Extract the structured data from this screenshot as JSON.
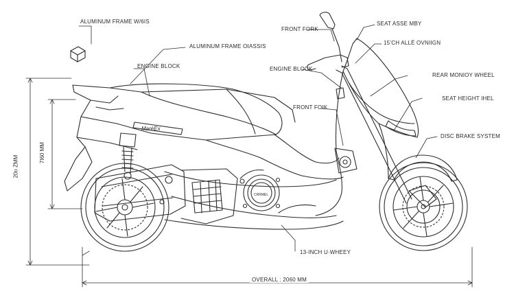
{
  "labels": {
    "aluminum_frame_top": "ALUMINUM FRAME W/6IS",
    "aluminum_frame_chassis": "ALUMINUM FRAME OIASSIS",
    "engine_block_left": "ENGINE BLOCK",
    "front_fork_top": "FRONT FORK",
    "engine_block_center": "ENGINE BLOCK",
    "front_fork_mid": "FRONT FOIK",
    "seat_assembly": "SEAT ASSE MBY",
    "sch_alle": "15’CH ALLÉ OVNIIGN",
    "rear_monkey_wheel": "REAR MONIOY WHEEL",
    "seat_height": "SEAT HEIGHT IHEL",
    "disc_brake": "DISC BRAKE SYSTEM",
    "inch_wheel": "13-INCH U·WHEEY",
    "overall": "OVERALL : 2060 MM",
    "height_left": "20ıı ZMM",
    "height_mid": "7I60 MM",
    "body_brand": "MarèEx",
    "cover_text": "CRRMEL"
  },
  "colors": {
    "line": "#2b2b2b",
    "text": "#2a2a2a",
    "background": "#ffffff"
  }
}
